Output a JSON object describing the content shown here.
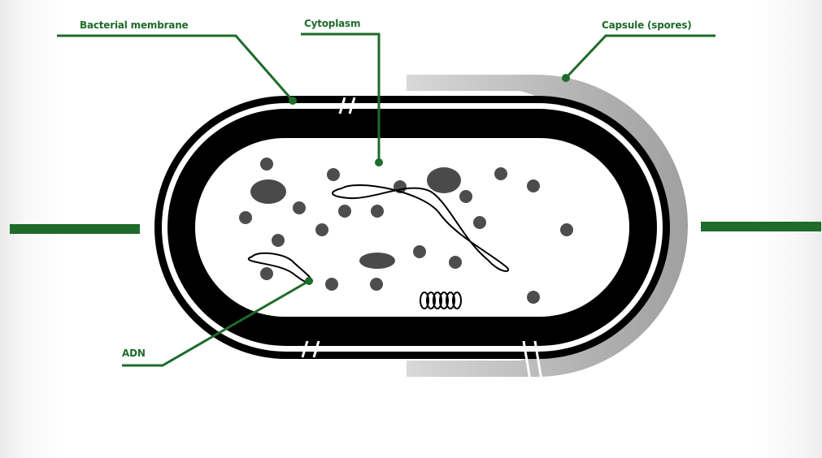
{
  "labels": {
    "bacterial_membrane": "Bacterial membrane",
    "cytoplasm": "Cytoplasm",
    "capsule": "Capsule (spores)",
    "adn": "ADN"
  },
  "colors": {
    "leader": "#1e6b2a",
    "wall": "#000000",
    "capsule": "#a9a9a9",
    "granule": "#4a4a4a",
    "background": "#ffffff"
  }
}
